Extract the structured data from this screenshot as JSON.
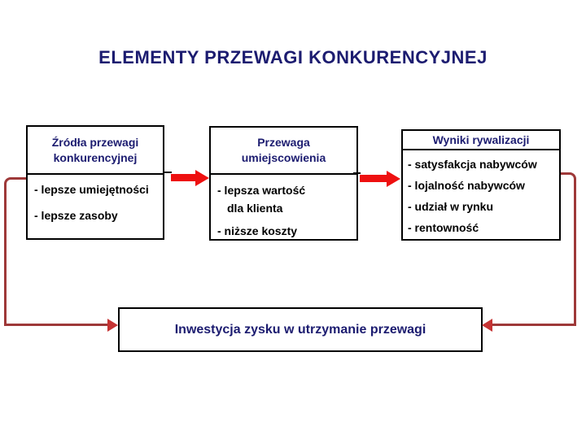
{
  "slide": {
    "title": "ELEMENTY PRZEWAGI KONKURENCYJNEJ"
  },
  "diagram": {
    "sources_box": {
      "header": "Źródła przewagi konkurencyjnej",
      "items": [
        "- lepsze umiejętności",
        "- lepsze zasoby"
      ]
    },
    "position_box": {
      "header": "Przewaga umiejscowienia",
      "lines": [
        {
          "text": "- lepsza wartość"
        },
        {
          "text": "dla klienta"
        },
        {
          "text": "- niższe koszty"
        }
      ]
    },
    "results_box": {
      "header": "Wyniki rywalizacji",
      "items": [
        "- satysfakcja nabywców",
        "- lojalność nabywców",
        "- udział w rynku",
        "- rentowność"
      ]
    },
    "investment_box": {
      "label": "Inwestycja zysku w utrzymanie przewagi"
    }
  },
  "colors": {
    "background": "#FFFFFF",
    "navy_text": "#1C1C70",
    "black_text": "#000000",
    "box_border": "#000000",
    "flow_arrow_red": "#EE1010",
    "feedback_line_red": "#9E3939",
    "feedback_arrow_red": "#C53333"
  }
}
